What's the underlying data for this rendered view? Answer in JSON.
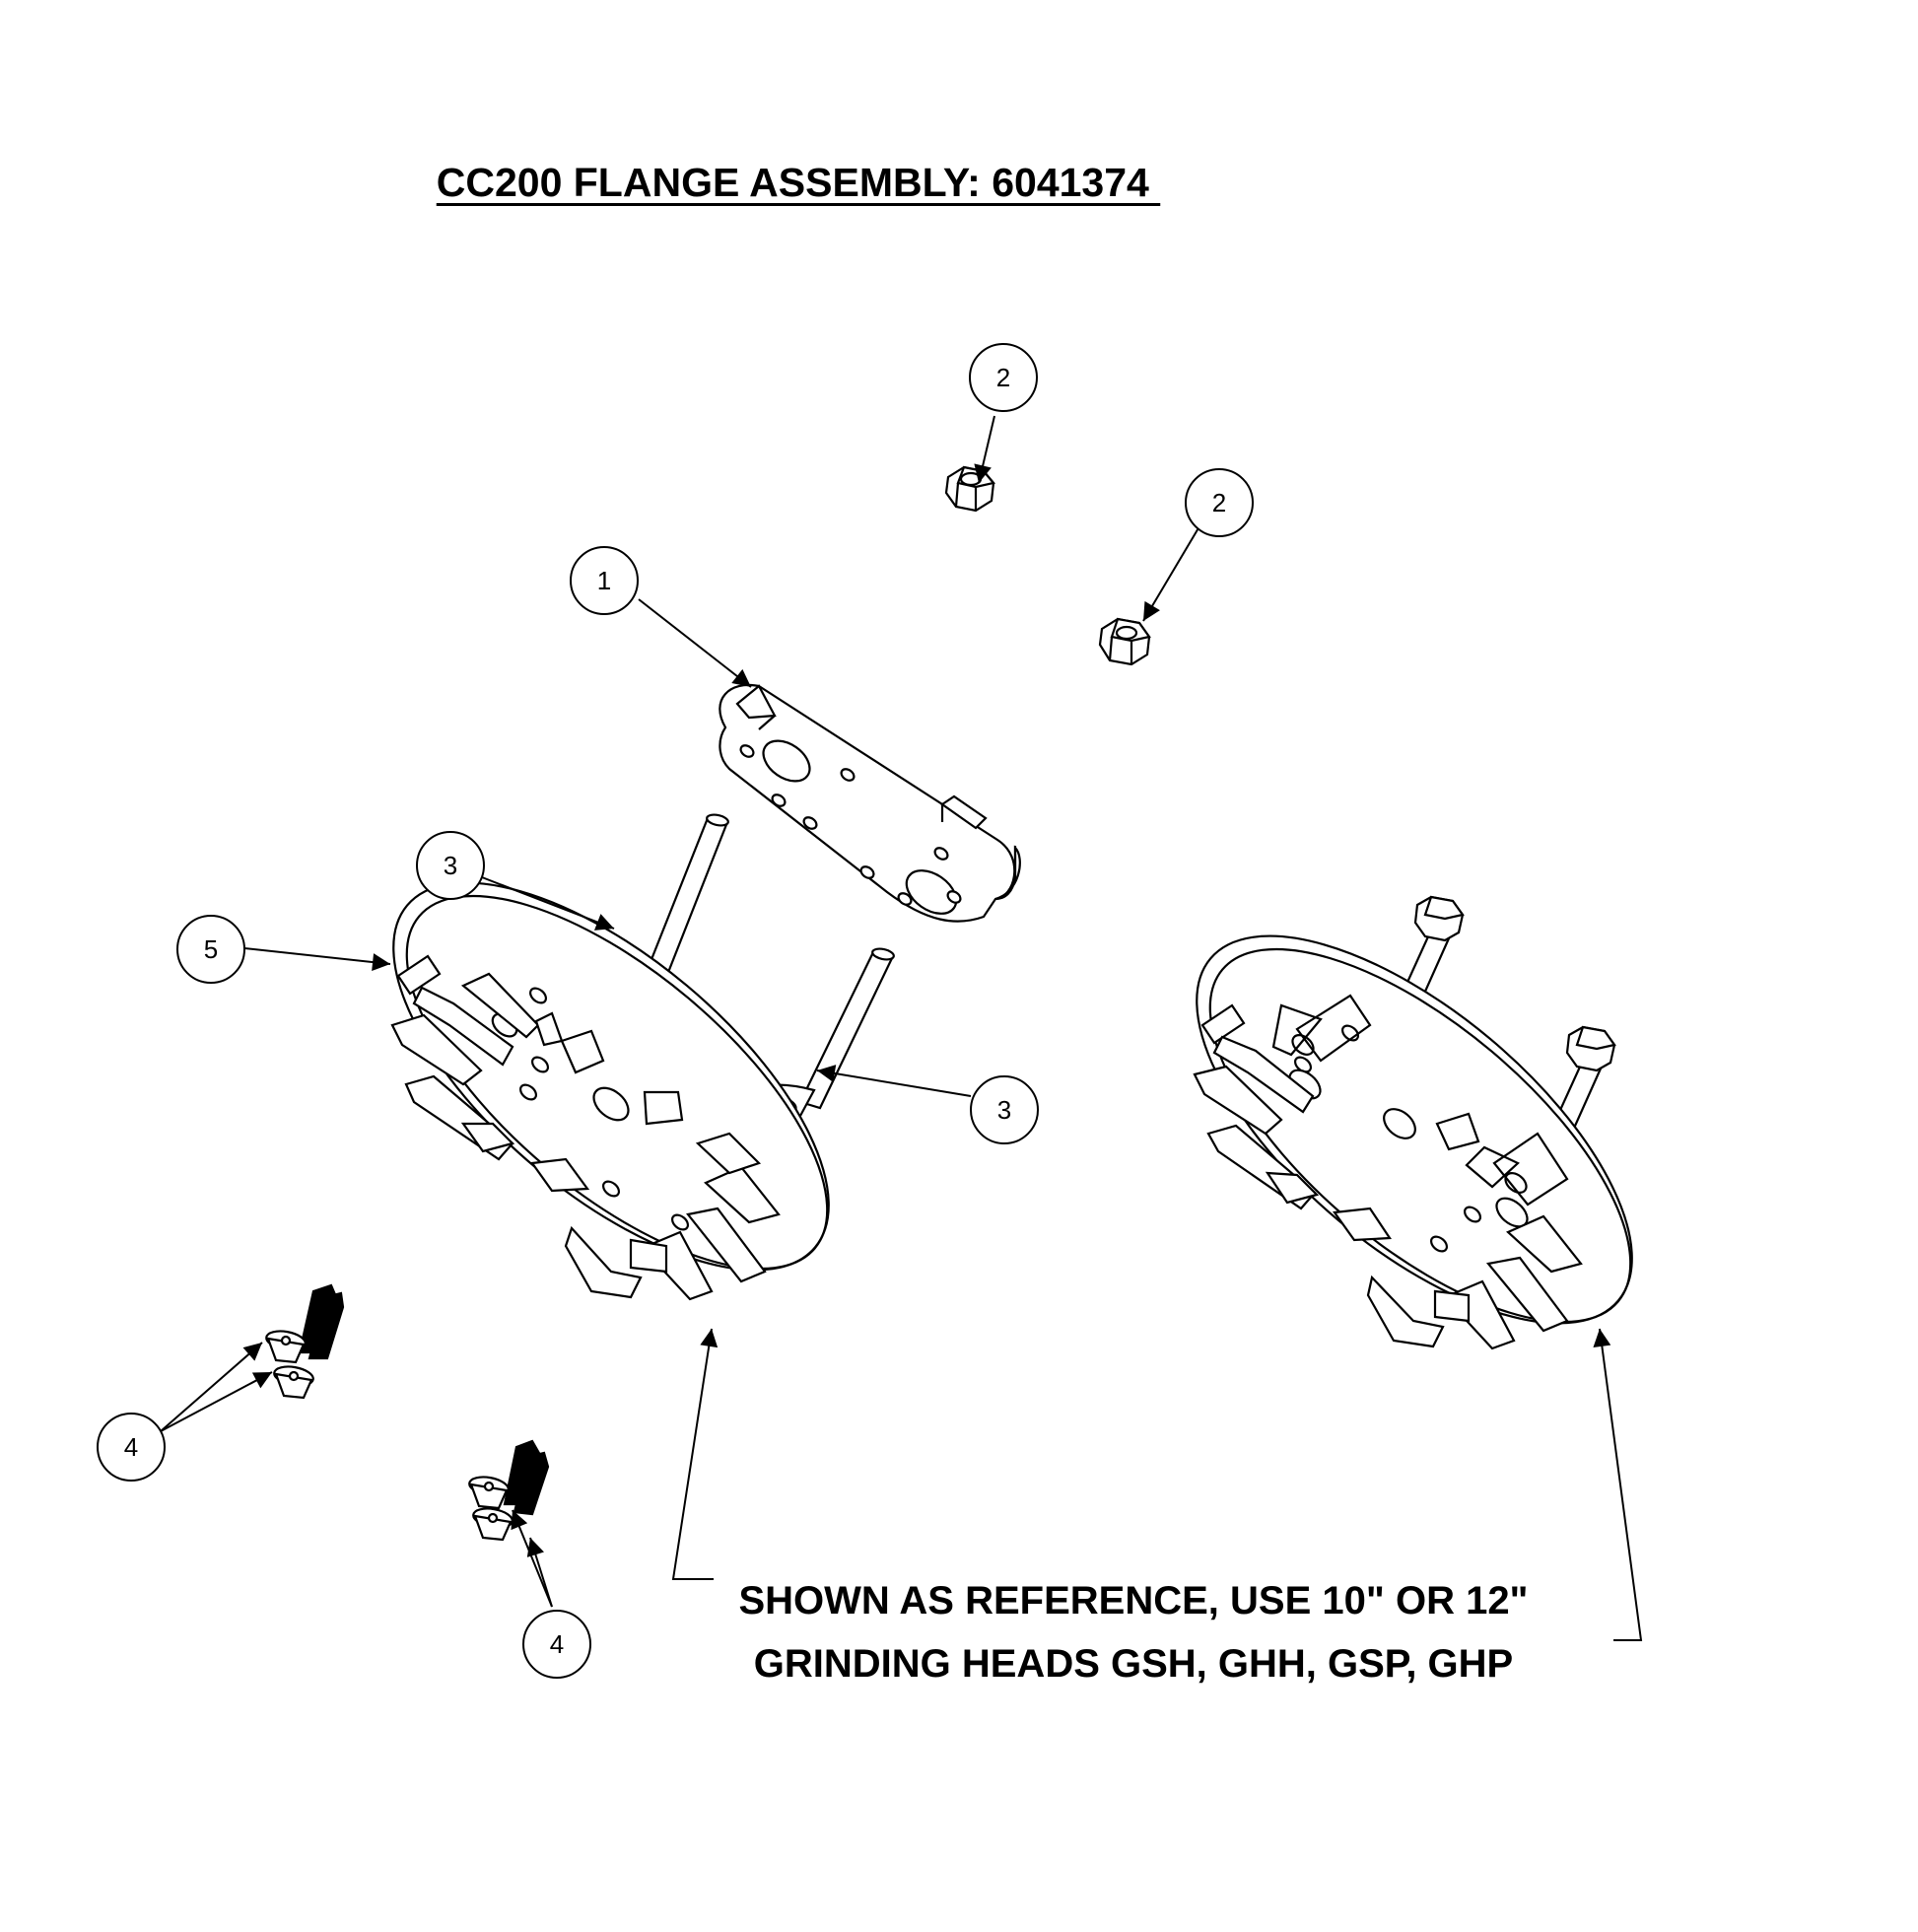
{
  "title": "CC200 FLANGE ASSEMBLY: 6041374 ",
  "note": {
    "line1": "SHOWN AS REFERENCE, USE 10\" OR 12\"",
    "line2": "GRINDING HEADS GSH, GHH, GSP, GHP"
  },
  "balloons": [
    {
      "id": "balloon-1",
      "label": "1"
    },
    {
      "id": "balloon-2a",
      "label": "2"
    },
    {
      "id": "balloon-2b",
      "label": "2"
    },
    {
      "id": "balloon-3a",
      "label": "3"
    },
    {
      "id": "balloon-3b",
      "label": "3"
    },
    {
      "id": "balloon-4a",
      "label": "4"
    },
    {
      "id": "balloon-4b",
      "label": "4"
    },
    {
      "id": "balloon-5",
      "label": "5"
    }
  ]
}
